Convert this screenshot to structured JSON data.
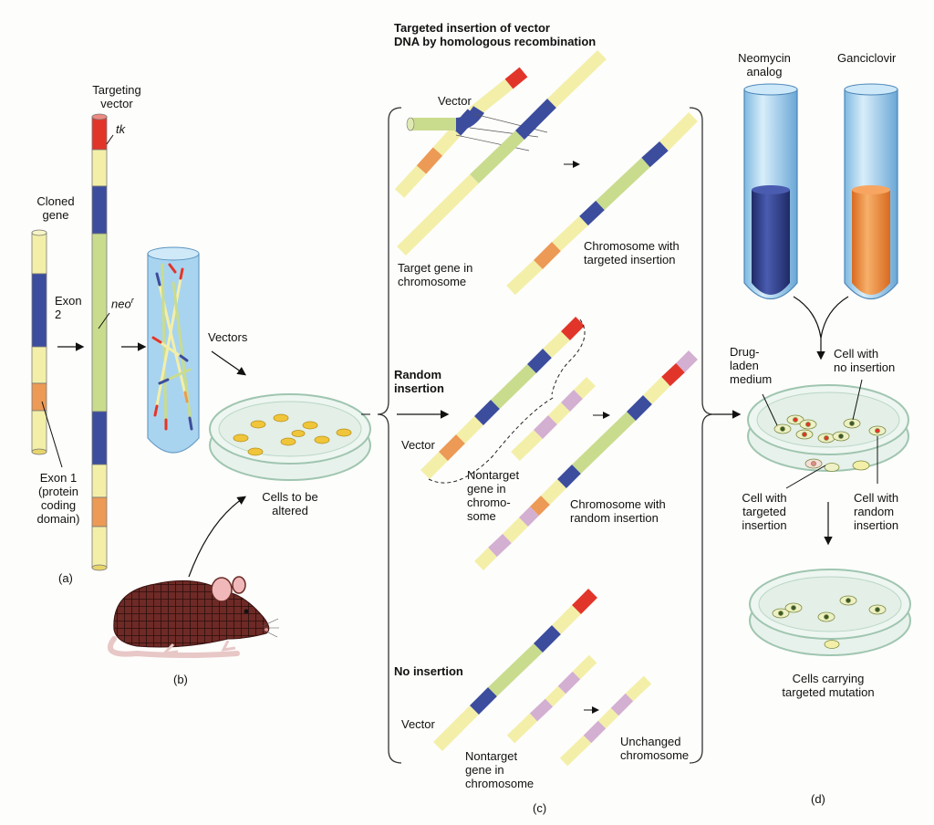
{
  "colors": {
    "cream": "#f3efa8",
    "green": "#c9dc8e",
    "blue": "#3c4d9e",
    "red": "#e2352a",
    "orange": "#ec9a55",
    "pink": "#d3afd1",
    "tube_glass": "#a9d4ee",
    "neomycin_fill": "#2e3d86",
    "ganciclovir_fill": "#ee8a3c",
    "mouse_body": "#6a2a26",
    "dish_edge": "#a9c9b6"
  },
  "icons": [
    "petri-dish-icon",
    "test-tube-icon",
    "mouse-icon",
    "arrow-icon"
  ],
  "panel_a": {
    "cloned_gene": "Cloned\ngene",
    "exon2": "Exon\n2",
    "exon1": "Exon 1\n(protein\ncoding\ndomain)",
    "targeting_vector": "Targeting\nvector",
    "tk": "tk",
    "neo": "neo",
    "neo_sup": "r",
    "letter": "(a)"
  },
  "panel_b": {
    "vectors": "Vectors",
    "cells": "Cells to be\naltered",
    "letter": "(b)"
  },
  "panel_c": {
    "title": "Targeted insertion of vector\nDNA by homologous recombination",
    "vector": "Vector",
    "target_gene": "Target gene in\nchromosome",
    "chrom_targeted": "Chromosome with\ntargeted insertion",
    "random_title": "Random\ninsertion",
    "vector2": "Vector",
    "nontarget1": "Nontarget\ngene in\nchromo-\nsome",
    "chrom_random": "Chromosome with\nrandom insertion",
    "no_insertion": "No insertion",
    "vector3": "Vector",
    "nontarget2": "Nontarget\ngene in\nchromosome",
    "unchanged": "Unchanged\nchromosome",
    "letter": "(c)"
  },
  "panel_d": {
    "neomycin": "Neomycin\nanalog",
    "ganciclovir": "Ganciclovir",
    "drug_laden": "Drug-\nladen\nmedium",
    "no_insertion": "Cell with\nno insertion",
    "targeted": "Cell with\ntargeted\ninsertion",
    "random": "Cell with\nrandom\ninsertion",
    "carrying": "Cells carrying\ntargeted mutation",
    "letter": "(d)"
  }
}
